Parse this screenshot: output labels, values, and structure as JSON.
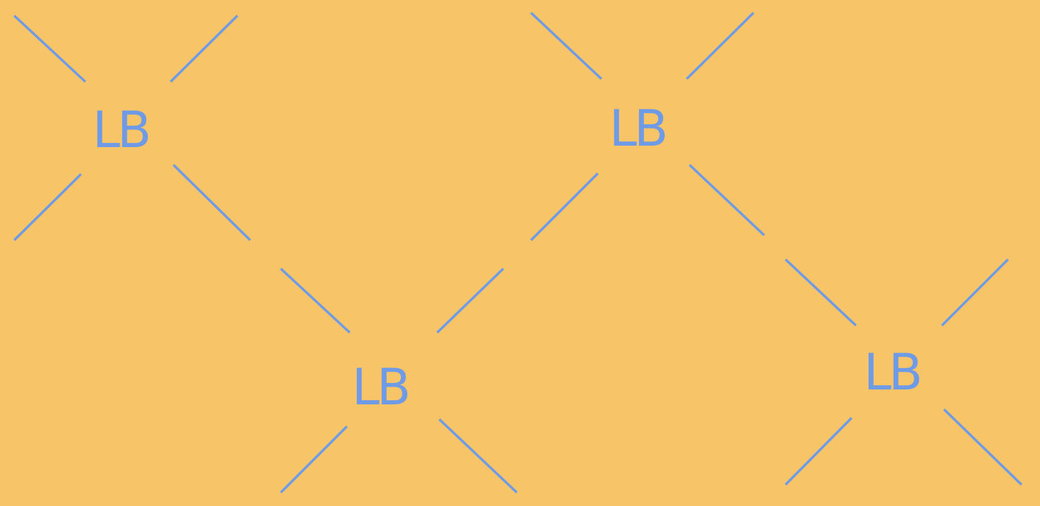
{
  "pattern": {
    "background_color": "#f7c567",
    "stroke_color": "#6f9be6",
    "monograms": [
      {
        "label": "LB"
      },
      {
        "label": "LB"
      },
      {
        "label": "LB"
      },
      {
        "label": "LB"
      }
    ]
  }
}
